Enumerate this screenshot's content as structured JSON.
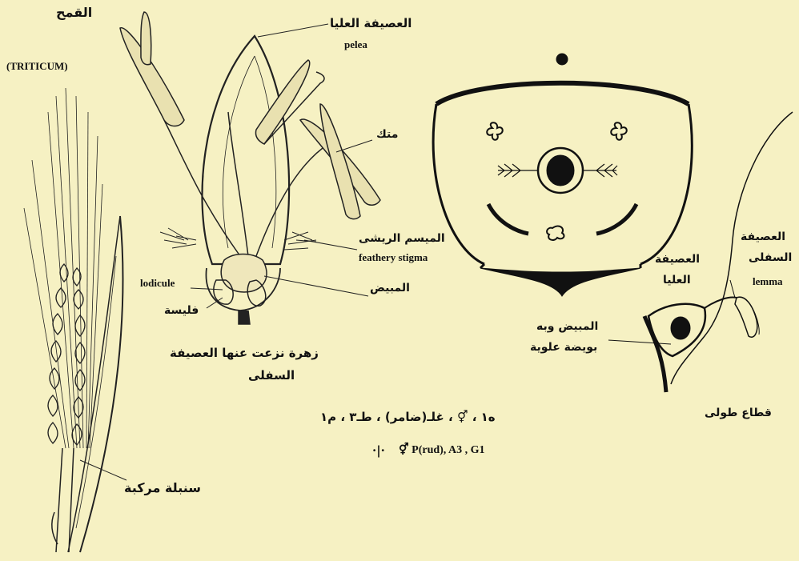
{
  "plant": {
    "arabic_name": "القمح",
    "latin_name": "(TRITICUM)",
    "spike_label": "سنبلة مركبة"
  },
  "flower": {
    "palea_ar": "العصيفة العليا",
    "palea_en": "pelea",
    "anther_ar": "متك",
    "stigma_ar": "الميسم الريشى",
    "stigma_en": "feathery stigma",
    "ovary_ar": "المبيض",
    "lodicule_en": "lodicule",
    "lodicule_ar": "فليسة",
    "caption_line1": "زهرة نزعت عنها العصيفة",
    "caption_line2": "السفلى"
  },
  "section": {
    "lemma_ar_line1": "العصيفة",
    "lemma_ar_line2": "السفلى",
    "lemma_en": "lemma",
    "palea_ar_line1": "العصيفة",
    "palea_ar_line2": "العليا",
    "ovary_ar_line1": "المبيض وبه",
    "ovary_ar_line2": "بويضة علوية",
    "caption": "قطاع طولى"
  },
  "formula": {
    "arabic": "ه١ ، ⚥ ، غلـ(ضامر) ، طـ٣ ، م١",
    "latin": "⚥ P(rud), A3 , G1",
    "latin_prefix": "·|·"
  },
  "colors": {
    "background": "#f6f1c3",
    "ink": "#111111"
  }
}
